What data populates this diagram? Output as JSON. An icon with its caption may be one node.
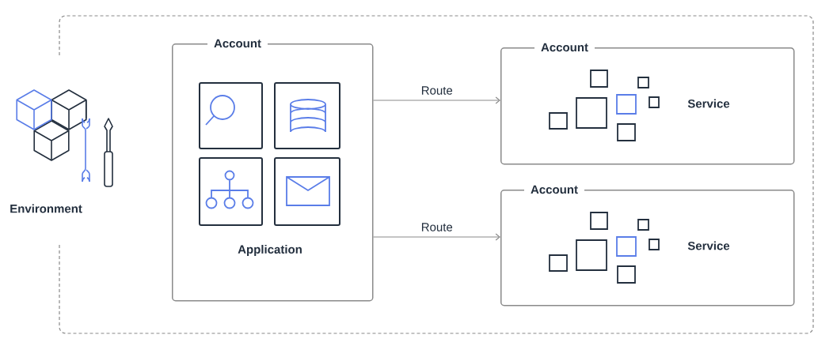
{
  "diagram": {
    "nodes": [
      {
        "text": [
          "Environment"
        ]
      },
      {
        "text": [
          "Account",
          "Application"
        ],
        "in": 0
      },
      {
        "text": [
          "Account",
          "Service"
        ],
        "in": 0
      },
      {
        "text": [
          "Account",
          "Service"
        ],
        "in": 0
      }
    ],
    "edges": [
      {
        "from": 1,
        "to": 2,
        "arrow": "to",
        "label": "Route"
      },
      {
        "from": 1,
        "to": 3,
        "arrow": "to",
        "label": "Route"
      }
    ]
  }
}
